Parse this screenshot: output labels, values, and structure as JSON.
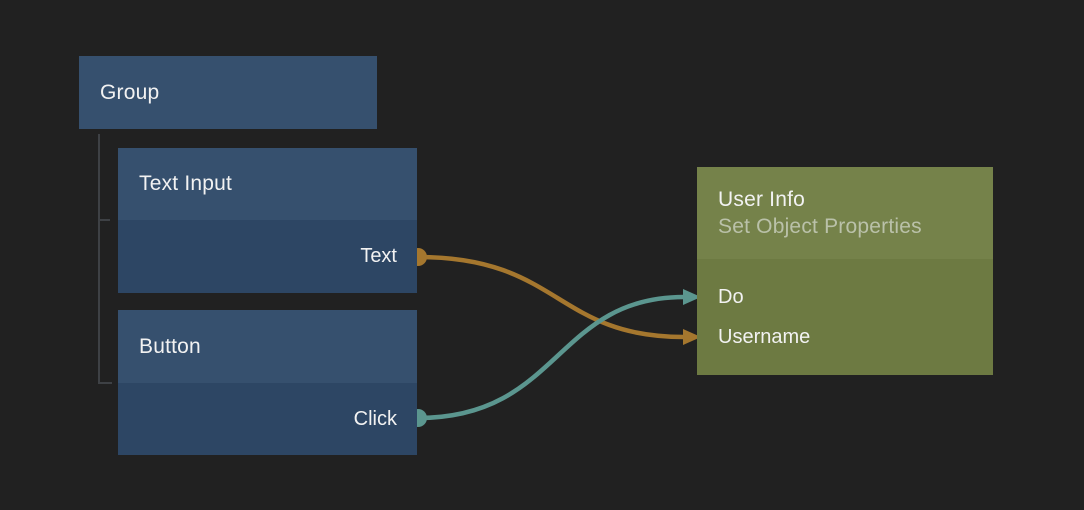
{
  "canvas": {
    "background": "#212121",
    "tree_line_color": "#3e4145"
  },
  "colors": {
    "node_header_blue": "#36506e",
    "node_body_blue": "#2d4664",
    "node_header_olive": "#75824a",
    "node_body_olive": "#6d7a42",
    "wire_orange": "#a5772e",
    "wire_teal": "#5b968f",
    "text_primary": "#f2f2f2",
    "text_subtitle": "#bac1a9"
  },
  "nodes": {
    "group": {
      "title": "Group"
    },
    "text_input": {
      "title": "Text Input",
      "outputs": [
        {
          "label": "Text",
          "color": "#a5772e"
        }
      ]
    },
    "button": {
      "title": "Button",
      "outputs": [
        {
          "label": "Click",
          "color": "#5b968f"
        }
      ]
    },
    "user_info": {
      "title": "User Info",
      "subtitle": "Set Object Properties",
      "inputs": [
        {
          "label": "Do",
          "color": "#5b968f"
        },
        {
          "label": "Username",
          "color": "#a5772e"
        }
      ]
    }
  },
  "connections": [
    {
      "from": "Text Input / Text",
      "to": "User Info / Username",
      "color": "#a5772e"
    },
    {
      "from": "Button / Click",
      "to": "User Info / Do",
      "color": "#5b968f"
    }
  ]
}
